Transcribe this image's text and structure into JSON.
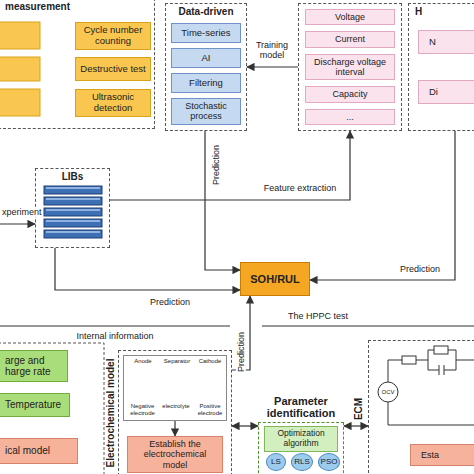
{
  "diagram": {
    "nodes": [
      {
        "text": [
          "measurement"
        ]
      },
      {
        "text": [
          "Cycle number counting"
        ],
        "in": 0
      },
      {
        "text": [
          "Destructive test"
        ],
        "in": 0
      },
      {
        "text": [
          "Ultrasonic detection"
        ],
        "in": 0
      },
      {
        "text": [
          "Data-driven"
        ]
      },
      {
        "text": [
          "Time-series"
        ],
        "in": 4
      },
      {
        "text": [
          "AI"
        ],
        "in": 4
      },
      {
        "text": [
          "Filtering"
        ],
        "in": 4
      },
      {
        "text": [
          "Stochastic process"
        ],
        "in": 4
      },
      {
        "text": [
          "Voltage",
          "Current",
          "Discharge voltage interval",
          "Capacity",
          "..."
        ]
      },
      {
        "text": [
          "H"
        ]
      },
      {
        "text": [
          "N"
        ],
        "in": 10
      },
      {
        "text": [
          "Di"
        ],
        "in": 10
      },
      {
        "text": [
          "LIBs"
        ]
      },
      {
        "text": [
          "SOH/RUL"
        ]
      },
      {
        "text": [
          "arge and harge rate"
        ]
      },
      {
        "text": [
          "Temperature"
        ]
      },
      {
        "text": [
          "ical model"
        ]
      },
      {
        "text": [
          "Electrochemical model"
        ]
      },
      {
        "text": [
          "Anode",
          "Separator",
          "Cathode",
          "Negative electrode",
          "electrolyte",
          "Positive electrode"
        ],
        "in": 18
      },
      {
        "text": [
          "Establish the electrochemical model"
        ],
        "in": 18
      },
      {
        "text": [
          "Parameter identification"
        ]
      },
      {
        "text": [
          "Optimization algorithm"
        ],
        "in": 21
      },
      {
        "text": [
          "LS"
        ],
        "in": 21
      },
      {
        "text": [
          "RLS"
        ],
        "in": 21
      },
      {
        "text": [
          "PSO"
        ],
        "in": 21
      },
      {
        "text": [
          "ECM"
        ]
      },
      {
        "text": [
          "Esta"
        ],
        "in": 26
      }
    ],
    "edges": [
      {
        "from": 9,
        "to": 4,
        "label": "Training model",
        "arrow": "to"
      },
      {
        "from": 13,
        "to": 9,
        "label": "Feature extraction",
        "arrow": "to"
      },
      {
        "from": 4,
        "to": 14,
        "label": "Prediction",
        "arrow": "to"
      },
      {
        "from": 13,
        "to": 14,
        "label": "Prediction",
        "arrow": "to"
      },
      {
        "from": 18,
        "to": 14,
        "label": "Prediction",
        "arrow": "to"
      },
      {
        "from": 10,
        "to": 14,
        "label": "Prediction",
        "arrow": "to"
      },
      {
        "from": 19,
        "to": 20,
        "arrow": "to"
      },
      {
        "from": 21,
        "to": 18,
        "arrow": "both"
      },
      {
        "from": 21,
        "to": 26,
        "arrow": "both"
      }
    ],
    "labels": [
      "xperiment",
      "Internal information",
      "The HPPC test",
      "OCV"
    ]
  }
}
